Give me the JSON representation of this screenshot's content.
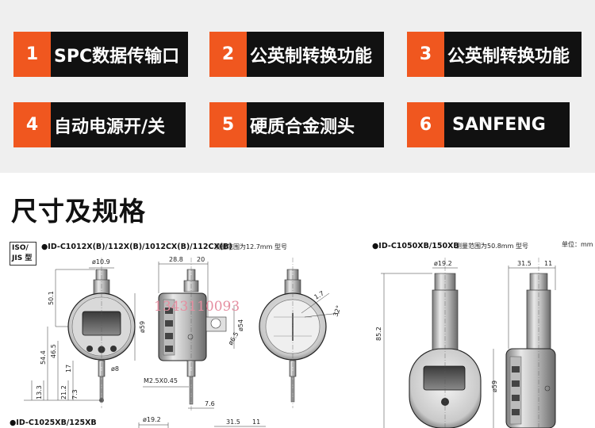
{
  "features": [
    {
      "num": "1",
      "label": "SPC数据传输口"
    },
    {
      "num": "2",
      "label": "公英制转换功能"
    },
    {
      "num": "3",
      "label": "公英制转换功能"
    },
    {
      "num": "4",
      "label": "自动电源开/关"
    },
    {
      "num": "5",
      "label": "硬质合金测头"
    },
    {
      "num": "6",
      "label": "SANFENG"
    }
  ],
  "section_title": "尺寸及规格",
  "drawing": {
    "iso_label_1": "ISO/",
    "iso_label_2": "JIS 型",
    "model_a": "●ID-C1012X(B)/112X(B)/1012CX(B)/112CX(B)",
    "range_a": "测量范围为12.7mm 型号",
    "model_b": "●ID-C1050XB/150XB",
    "range_b": "测量范围为50.8mm 型号",
    "unit": "单位：mm",
    "model_c": "●ID-C1025XB/125XB",
    "watermark": "1343110093",
    "dims": {
      "d10_9": "ø10.9",
      "d50_1": "50.1",
      "d59": "ø59",
      "d54_4": "54.4",
      "d46_5": "46.5",
      "d17": "17",
      "d8": "ø8",
      "d13_3": "13.3",
      "d21_2": "21.2",
      "d7_3": "7.3",
      "d28_8": "28.8",
      "d20": "20",
      "d54": "ø54",
      "d6_5": "ø6.5",
      "m2_5": "M2.5X0.45",
      "d7_6": "7.6",
      "d1_7": "1.7",
      "d32": "32°",
      "d19_2": "ø19.2",
      "d31_5": "31.5",
      "d11": "11",
      "d85_2": "85.2",
      "d59b": "ø59",
      "d19_2c": "ø19.2",
      "d31_5c": "31.5",
      "d11c": "11"
    }
  }
}
